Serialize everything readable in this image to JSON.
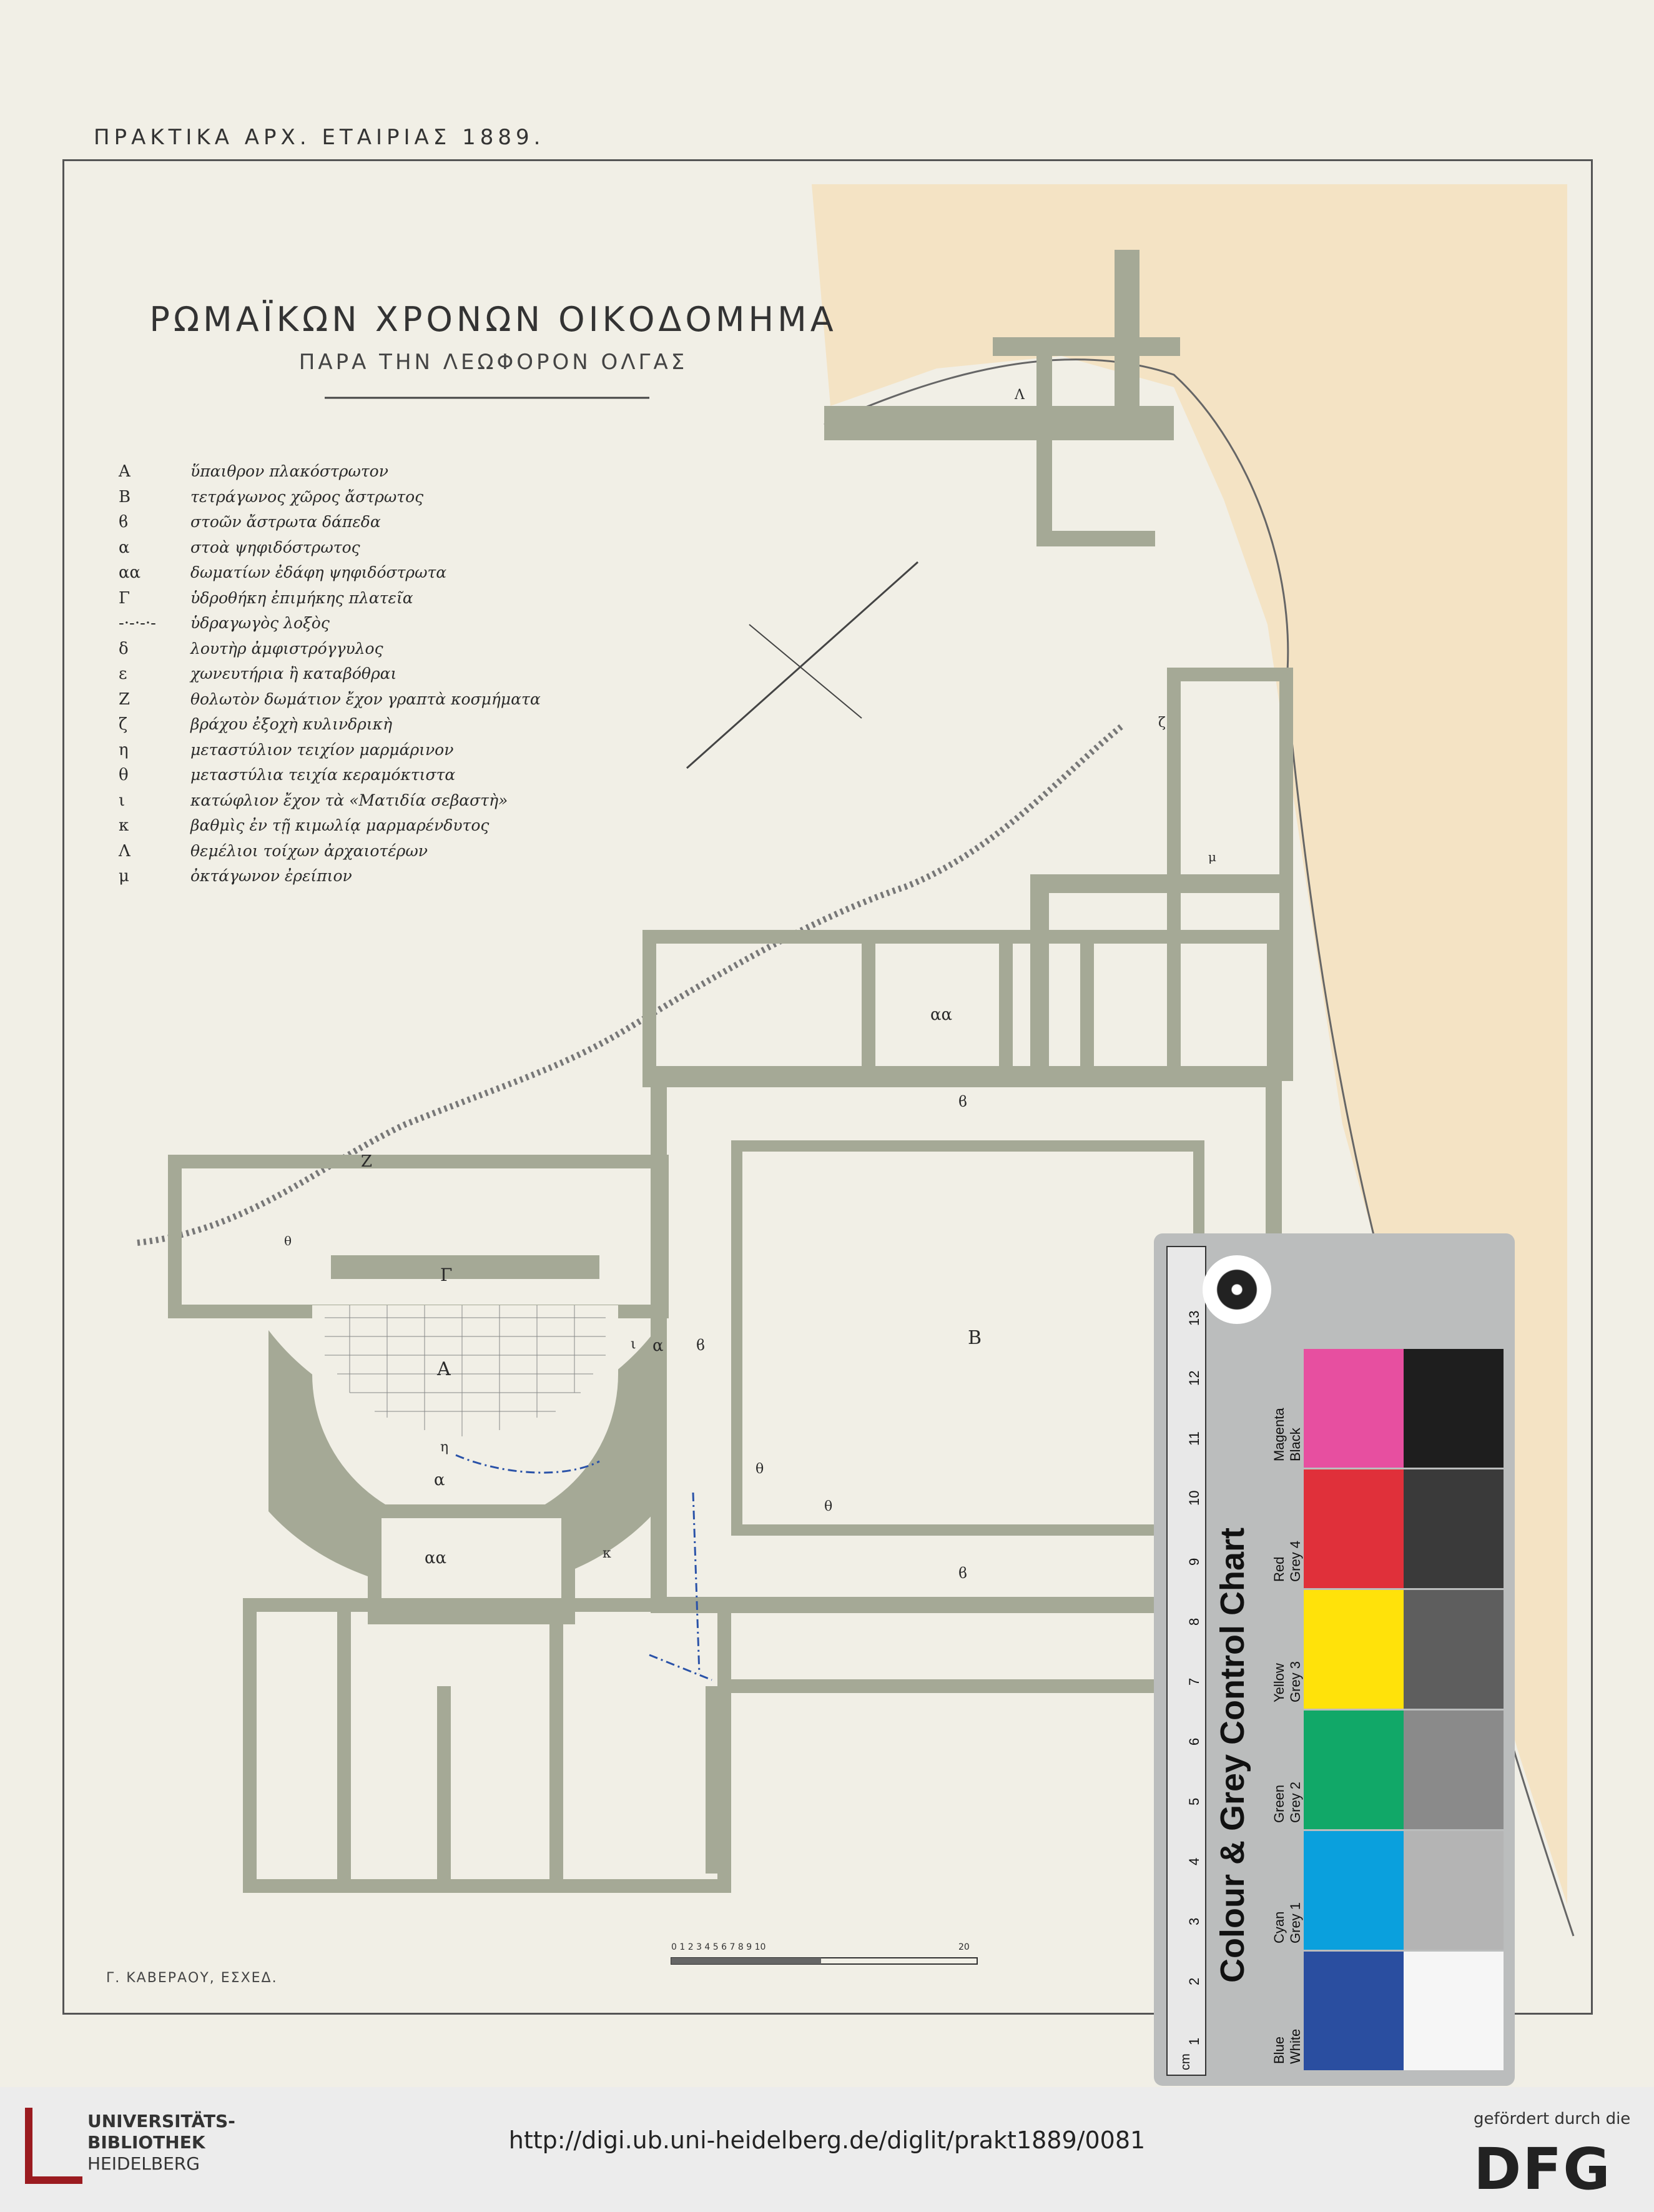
{
  "header": "ΠΡΑΚΤΙΚΑ ΑΡΧ. ΕΤΑΙΡΙΑΣ 1889.",
  "title": "ΡΩΜΑΪΚΩΝ ΧΡΟΝΩΝ ΟΙΚΟΔΟΜΗΜΑ",
  "subtitle": "ΠΑΡΑ ΤΗΝ ΛΕΩΦΟΡΟΝ ΟΛΓΑΣ",
  "legend": [
    {
      "sym": "Α",
      "text": "ὕπαιθρον πλακόστρωτον"
    },
    {
      "sym": "Β",
      "text": "τετράγωνος χῶρος ἄστρωτος"
    },
    {
      "sym": "ϐ",
      "text": "στοῶν ἄστρωτα δάπεδα"
    },
    {
      "sym": "α",
      "text": "στοὰ ψηφιδόστρωτος"
    },
    {
      "sym": "αα",
      "text": "δωματίων ἐδάφη ψηφιδόστρωτα"
    },
    {
      "sym": "Γ",
      "text": "ὑδροθήκη ἐπιμήκης πλατεῖα"
    },
    {
      "sym": "-·-·-·-",
      "text": "ὑδραγωγὸς λοξὸς"
    },
    {
      "sym": "δ",
      "text": "λουτὴρ ἀμφιστρόγγυλος"
    },
    {
      "sym": "ε",
      "text": "χωνευτήρια ἢ καταβόθραι"
    },
    {
      "sym": "Ζ",
      "text": "θολωτὸν δωμάτιον ἔχον γραπτὰ κοσμήματα"
    },
    {
      "sym": "ζ",
      "text": "βράχου ἐξοχὴ κυλινδρικὴ"
    },
    {
      "sym": "η",
      "text": "μεταστύλιον τειχίον μαρμάρινον"
    },
    {
      "sym": "θ",
      "text": "μεταστύλια τειχία κεραμόκτιστα"
    },
    {
      "sym": "ι",
      "text": "κατώφλιον ἔχον τὰ «Ματιδία σεβαστὴ»"
    },
    {
      "sym": "κ",
      "text": "βαθμὶς ἐν τῇ κιμωλίᾳ μαρμαρένδυτος"
    },
    {
      "sym": "Λ",
      "text": "θεμέλιοι τοίχων ἀρχαιοτέρων"
    },
    {
      "sym": "μ",
      "text": "ὀκτάγωνον ἐρείπιον"
    }
  ],
  "plan_labels": {
    "A": "Α",
    "B": "Β",
    "G": "Γ",
    "Z": "Ζ",
    "L": "Λ",
    "aa1": "αα",
    "aa2": "αα",
    "a1": "α",
    "a2": "α",
    "e1": "ϐ",
    "e2": "ϐ",
    "e3": "ϐ",
    "th1": "θ",
    "th2": "θ",
    "iota": "ι",
    "kappa": "κ",
    "eta": "η",
    "zeta": "ζ",
    "theta_small": "θ",
    "mu": "μ"
  },
  "scale": {
    "ticks": "0 1 2 3 4 5 6 7 8 9 10",
    "end": "20"
  },
  "credit": "Γ. ΚΑΒΕΡΑΟΥ, ΕΣΧΕΔ.",
  "color_chart": {
    "title": "Colour & Grey Control Chart",
    "unit": "cm",
    "numbers": [
      "1",
      "2",
      "3",
      "4",
      "5",
      "6",
      "7",
      "8",
      "9",
      "10",
      "11",
      "12",
      "13"
    ],
    "colors": [
      {
        "name": "Blue",
        "grey": "White",
        "hex": "#2a4ea0",
        "grey_hex": "#f6f6f6"
      },
      {
        "name": "Cyan",
        "grey": "Grey 1",
        "hex": "#0aa0dd",
        "grey_hex": "#b4b4b4"
      },
      {
        "name": "Green",
        "grey": "Grey 2",
        "hex": "#11a868",
        "grey_hex": "#8a8a8a"
      },
      {
        "name": "Yellow",
        "grey": "Grey 3",
        "hex": "#ffe20a",
        "grey_hex": "#5e5e5e"
      },
      {
        "name": "Red",
        "grey": "Grey 4",
        "hex": "#e0303a",
        "grey_hex": "#3a3a3a"
      },
      {
        "name": "Magenta",
        "grey": "Black",
        "hex": "#e74fa0",
        "grey_hex": "#1e1e1e"
      }
    ]
  },
  "footer": {
    "uni_line1": "UNIVERSITÄTS-",
    "uni_line2": "BIBLIOTHEK",
    "uni_line3": "HEIDELBERG",
    "url": "http://digi.ub.uni-heidelberg.de/diglit/prakt1889/0081",
    "funded": "gefördert durch die",
    "dfg": "DFG"
  }
}
